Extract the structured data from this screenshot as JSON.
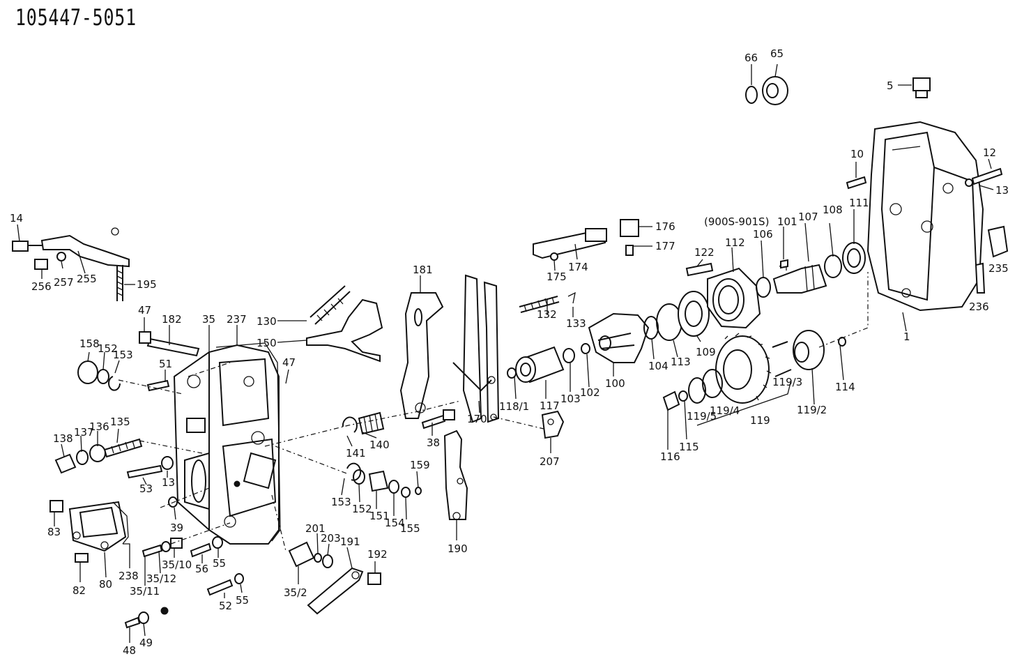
{
  "part_number": "105447-5051",
  "subtitle": "(900S-901S)",
  "labels": {
    "l5": "5",
    "l10": "10",
    "l12": "12",
    "l13a": "13",
    "l13b": "13",
    "l14": "14",
    "l35": "35",
    "l35_2": "35/2",
    "l35_10": "35/10",
    "l35_11": "35/11",
    "l35_12": "35/12",
    "l38": "38",
    "l39": "39",
    "l47a": "47",
    "l47b": "47",
    "l48": "48",
    "l49": "49",
    "l51": "51",
    "l52": "52",
    "l53": "53",
    "l55a": "55",
    "l55b": "55",
    "l56": "56",
    "l65": "65",
    "l66": "66",
    "l80": "80",
    "l82": "82",
    "l83": "83",
    "l100": "100",
    "l101": "101",
    "l102": "102",
    "l103": "103",
    "l104": "104",
    "l106": "106",
    "l107": "107",
    "l108": "108",
    "l109": "109",
    "l111": "111",
    "l112": "112",
    "l113": "113",
    "l114": "114",
    "l115": "115",
    "l116": "116",
    "l117": "117",
    "l118_1": "118/1",
    "l119": "119",
    "l119_2": "119/2",
    "l119_3": "119/3",
    "l119_4": "119/4",
    "l119_5": "119/5",
    "l122": "122",
    "l130": "130",
    "l132": "132",
    "l133": "133",
    "l135": "135",
    "l136": "136",
    "l137": "137",
    "l138": "138",
    "l140": "140",
    "l141": "141",
    "l150": "150",
    "l151": "151",
    "l152a": "152",
    "l152b": "152",
    "l153a": "153",
    "l153b": "153",
    "l154": "154",
    "l155": "155",
    "l158": "158",
    "l159": "159",
    "l170": "170",
    "l174": "174",
    "l175": "175",
    "l176": "176",
    "l177": "177",
    "l181": "181",
    "l182": "182",
    "l190": "190",
    "l191": "191",
    "l192": "192",
    "l195": "195",
    "l201": "201",
    "l203": "203",
    "l207": "207",
    "l235": "235",
    "l236": "236",
    "l237": "237",
    "l238": "238",
    "l255": "255",
    "l256": "256",
    "l257": "257",
    "l1": "1"
  }
}
